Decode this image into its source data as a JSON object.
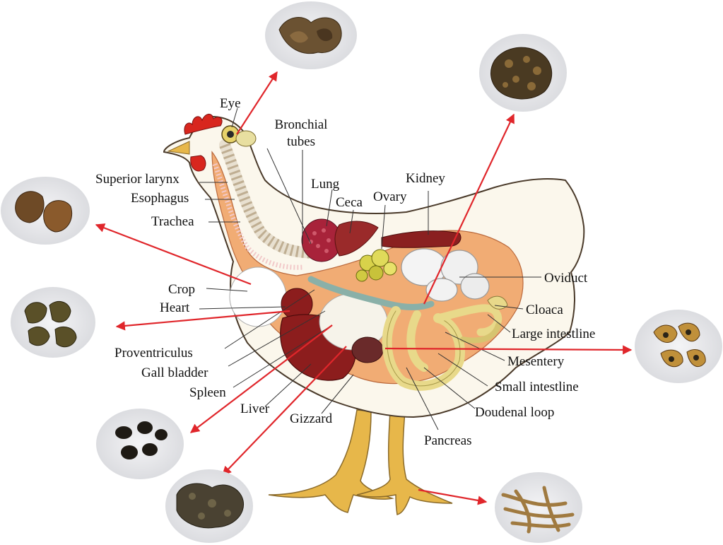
{
  "labels": {
    "eye": "Eye",
    "bronchial_tubes_1": "Bronchial",
    "bronchial_tubes_2": "tubes",
    "superior_larynx": "Superior larynx",
    "esophagus": "Esophagus",
    "trachea": "Trachea",
    "lung": "Lung",
    "ceca": "Ceca",
    "ovary": "Ovary",
    "kidney": "Kidney",
    "oviduct": "Oviduct",
    "crop": "Crop",
    "heart": "Heart",
    "cloaca": "Cloaca",
    "large_intestine": "Large intestline",
    "proventriculus": "Proventriculus",
    "mesentery": "Mesentery",
    "gall_bladder": "Gall bladder",
    "small_intestine": "Small intestline",
    "spleen": "Spleen",
    "liver": "Liver",
    "doudenal_loop": "Doudenal loop",
    "gizzard": "Gizzard",
    "pancreas": "Pancreas"
  },
  "colors": {
    "arrow": "#e0262b",
    "leader": "#333333",
    "body_fill": "#fbf7ec",
    "body_stroke": "#4a3a2a",
    "comb": "#d8261e",
    "liver": "#8c1d1d",
    "intestine": "#e8d98a",
    "legs": "#e7b74a"
  }
}
